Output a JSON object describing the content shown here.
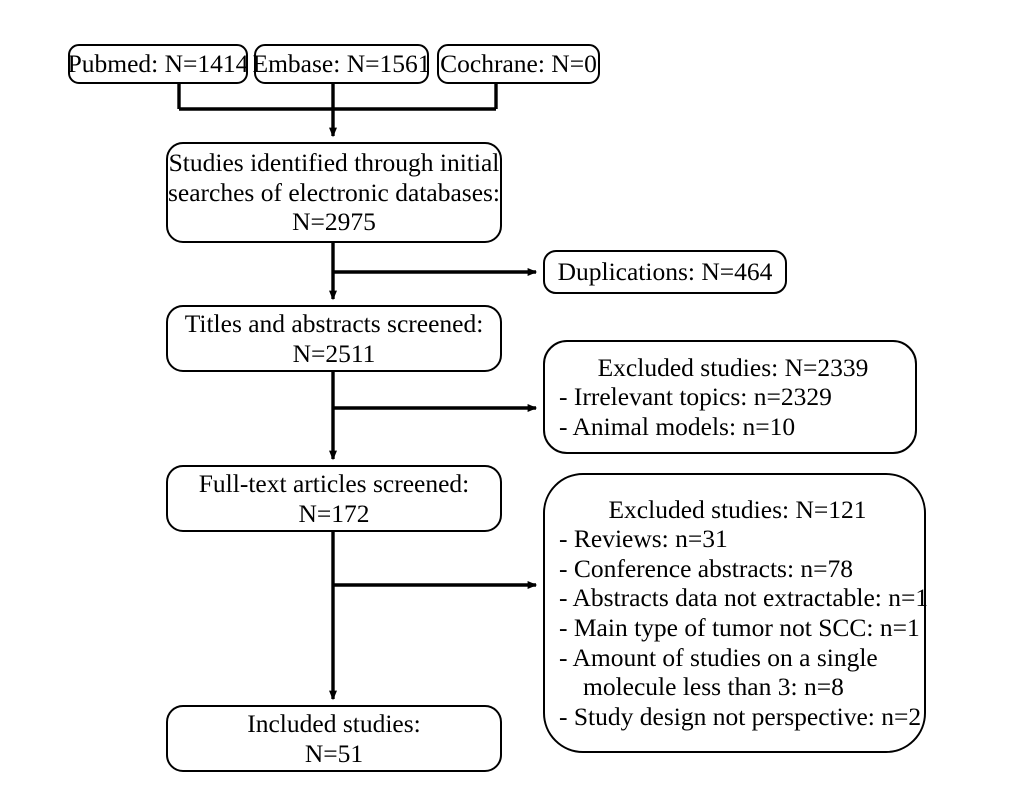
{
  "diagram": {
    "title": "PRISMA study selection flow diagram",
    "stroke_color": "#000000",
    "background_color": "#ffffff"
  },
  "sources": [
    {
      "id": "pubmed",
      "label": "Pubmed: N=1414"
    },
    {
      "id": "embase",
      "label": "Embase: N=1561"
    },
    {
      "id": "cochrane",
      "label": "Cochrane: N=0"
    }
  ],
  "flow": {
    "identified": {
      "line1": "Studies identified through initial",
      "line2": "searches of electronic databases:",
      "line3": "N=2975"
    },
    "titles_screened": {
      "line1": "Titles and abstracts screened:",
      "line2": "N=2511"
    },
    "fulltext_screened": {
      "line1": "Full-text articles screened:",
      "line2": "N=172"
    },
    "included": {
      "line1": "Included studies:",
      "line2": "N=51"
    }
  },
  "exclusions": {
    "duplications": {
      "label": "Duplications: N=464"
    },
    "excluded_screening": {
      "heading": "Excluded studies: N=2339",
      "items": [
        "- Irrelevant topics: n=2329",
        "- Animal models: n=10"
      ]
    },
    "excluded_fulltext": {
      "heading": "Excluded studies: N=121",
      "items": [
        "- Reviews: n=31",
        "- Conference abstracts: n=78",
        "- Abstracts data not extractable: n=1",
        "- Main type of tumor not SCC: n=1",
        "- Amount of studies on a single",
        "molecule less than 3: n=8",
        "- Study design not perspective: n=2"
      ]
    }
  }
}
